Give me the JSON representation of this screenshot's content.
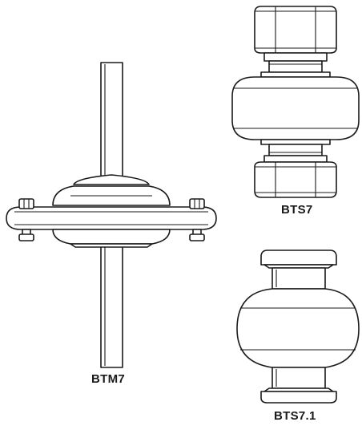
{
  "diagram": {
    "parts": [
      {
        "id": "btm7",
        "label": "BTM7"
      },
      {
        "id": "bts7",
        "label": "BTS7"
      },
      {
        "id": "bts71",
        "label": "BTS7.1"
      }
    ]
  },
  "colors": {
    "line": "#1a1a1a",
    "background": "#ffffff"
  }
}
